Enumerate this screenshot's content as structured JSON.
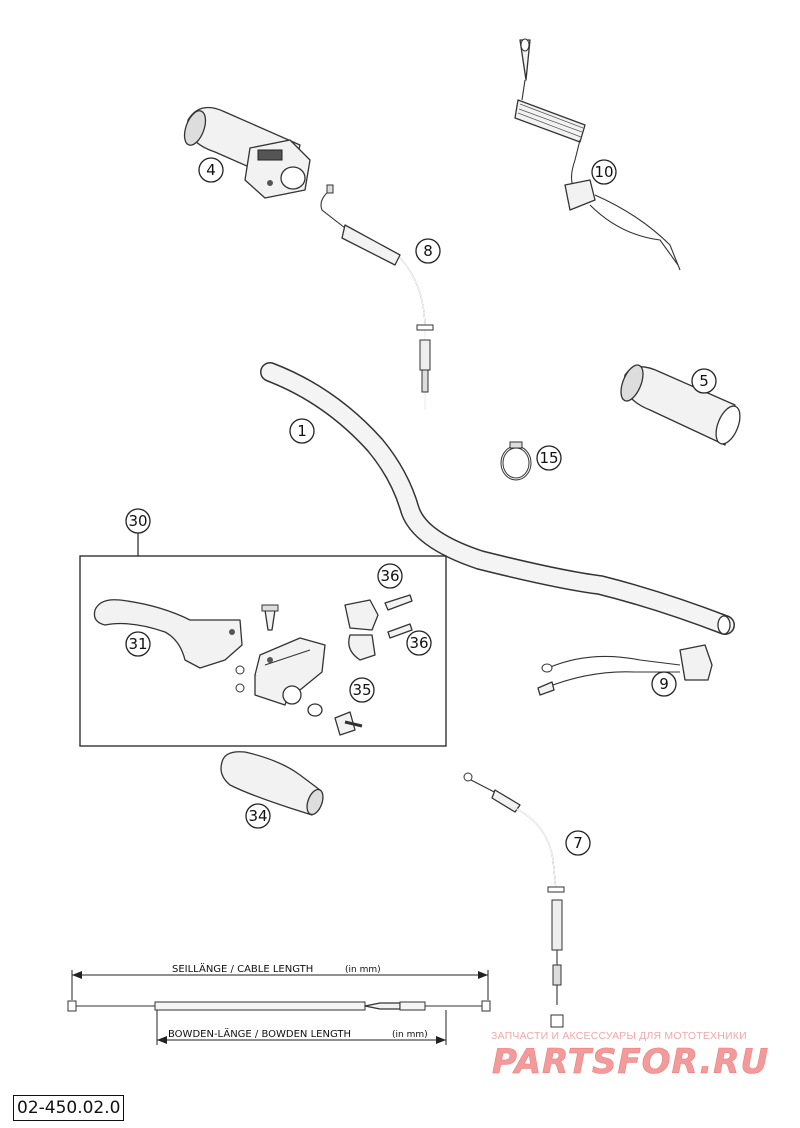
{
  "callouts": [
    {
      "id": "1",
      "label": "1"
    },
    {
      "id": "4",
      "label": "4"
    },
    {
      "id": "5",
      "label": "5"
    },
    {
      "id": "7",
      "label": "7"
    },
    {
      "id": "8",
      "label": "8"
    },
    {
      "id": "9",
      "label": "9"
    },
    {
      "id": "10",
      "label": "10"
    },
    {
      "id": "15",
      "label": "15"
    },
    {
      "id": "30",
      "label": "30"
    },
    {
      "id": "31",
      "label": "31"
    },
    {
      "id": "34",
      "label": "34"
    },
    {
      "id": "35",
      "label": "35"
    },
    {
      "id": "36a",
      "label": "36"
    },
    {
      "id": "36b",
      "label": "36"
    }
  ],
  "dimensions": {
    "cable_length": "SEILLÄNGE / CABLE LENGTH",
    "cable_length_unit": "(in mm)",
    "bowden_length": "BOWDEN-LÄNGE / BOWDEN LENGTH",
    "bowden_length_unit": "(in mm)"
  },
  "part_number": "02-450.02.0",
  "watermark": {
    "tagline": "ЗАПЧАСТИ И АКСЕССУАРЫ ДЛЯ МОТОТЕХНИКИ",
    "brand": "PARTSFOR.RU",
    "color": "#f08a8a"
  }
}
